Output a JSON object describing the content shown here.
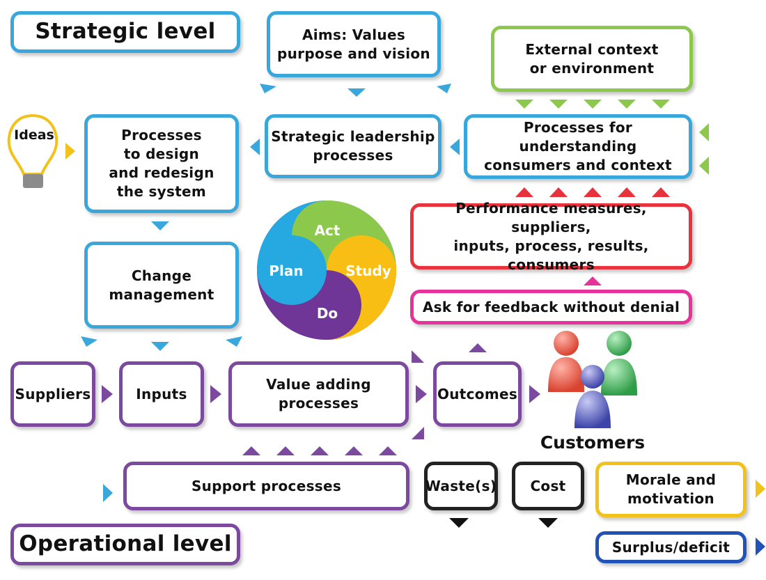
{
  "levels": {
    "strategic": "Strategic level",
    "operational": "Operational level"
  },
  "boxes": {
    "aims": "Aims: Values\npurpose and vision",
    "external": "External context\nor environment",
    "ideas": "Ideas",
    "design": "Processes\nto design\nand redesign\nthe system",
    "leadership": "Strategic leadership\nprocesses",
    "understanding": "Processes for understanding\nconsumers and context",
    "performance": "Performance measures, suppliers,\ninputs, process, results, consumers",
    "feedback": "Ask for feedback without denial",
    "change": "Change\nmanagement",
    "suppliers": "Suppliers",
    "inputs": "Inputs",
    "value": "Value adding\nprocesses",
    "outcomes": "Outcomes",
    "customers": "Customers",
    "support": "Support processes",
    "waste": "Waste(s)",
    "cost": "Cost",
    "morale": "Morale and\nmotivation",
    "surplus": "Surplus/deficit"
  },
  "cycle": {
    "act": "Act",
    "study": "Study",
    "do": "Do",
    "plan": "Plan"
  },
  "colors": {
    "blue": "#3aa7dc",
    "green": "#8cc84b",
    "purple": "#7b4a9e",
    "red": "#e8333d",
    "pink": "#e6339b",
    "black": "#222222",
    "yellow": "#f2c21b",
    "navy": "#2152b5",
    "cycle_act": "#8cc84b",
    "cycle_study": "#f8be14",
    "cycle_do": "#6f3597",
    "cycle_plan": "#26a8e0"
  }
}
